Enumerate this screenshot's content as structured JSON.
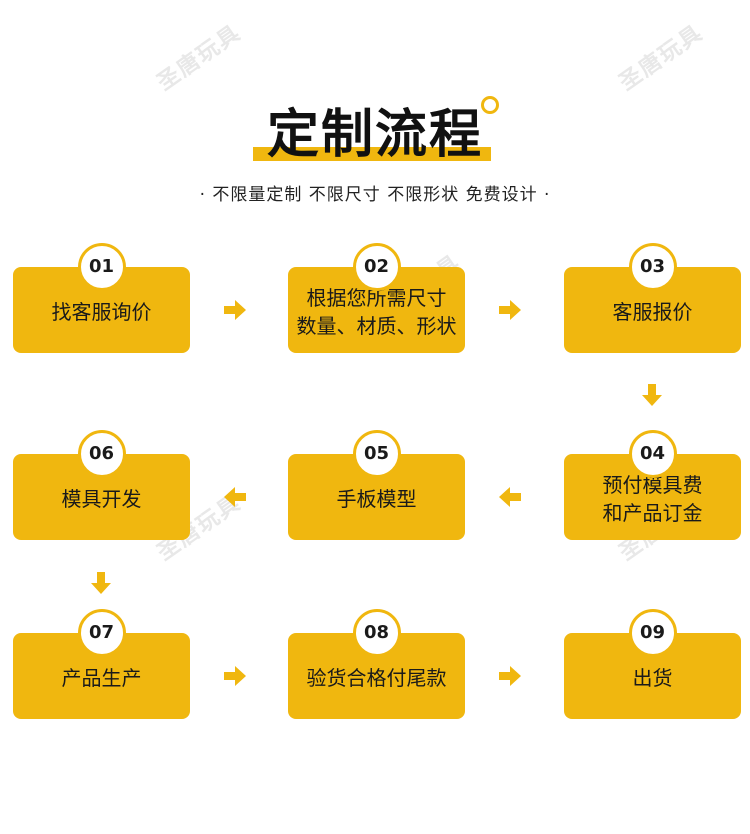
{
  "watermark": "圣唐玩具",
  "title": "定制流程",
  "subtitle": "· 不限量定制 不限尺寸 不限形状 免费设计 ·",
  "colors": {
    "accent": "#f0b70f",
    "text": "#1a1a1a"
  },
  "steps": [
    {
      "num": "01",
      "label": "找客服询价"
    },
    {
      "num": "02",
      "label": "根据您所需尺寸\n数量、材质、形状"
    },
    {
      "num": "03",
      "label": "客服报价"
    },
    {
      "num": "04",
      "label": "预付模具费\n和产品订金"
    },
    {
      "num": "05",
      "label": "手板模型"
    },
    {
      "num": "06",
      "label": "模具开发"
    },
    {
      "num": "07",
      "label": "产品生产"
    },
    {
      "num": "08",
      "label": "验货合格付尾款"
    },
    {
      "num": "09",
      "label": "出货"
    }
  ],
  "arrows": [
    {
      "icon": "arrow-right-icon"
    },
    {
      "icon": "arrow-right-icon"
    },
    {
      "icon": "arrow-down-icon"
    },
    {
      "icon": "arrow-left-icon"
    },
    {
      "icon": "arrow-left-icon"
    },
    {
      "icon": "arrow-down-icon"
    },
    {
      "icon": "arrow-right-icon"
    },
    {
      "icon": "arrow-right-icon"
    }
  ]
}
